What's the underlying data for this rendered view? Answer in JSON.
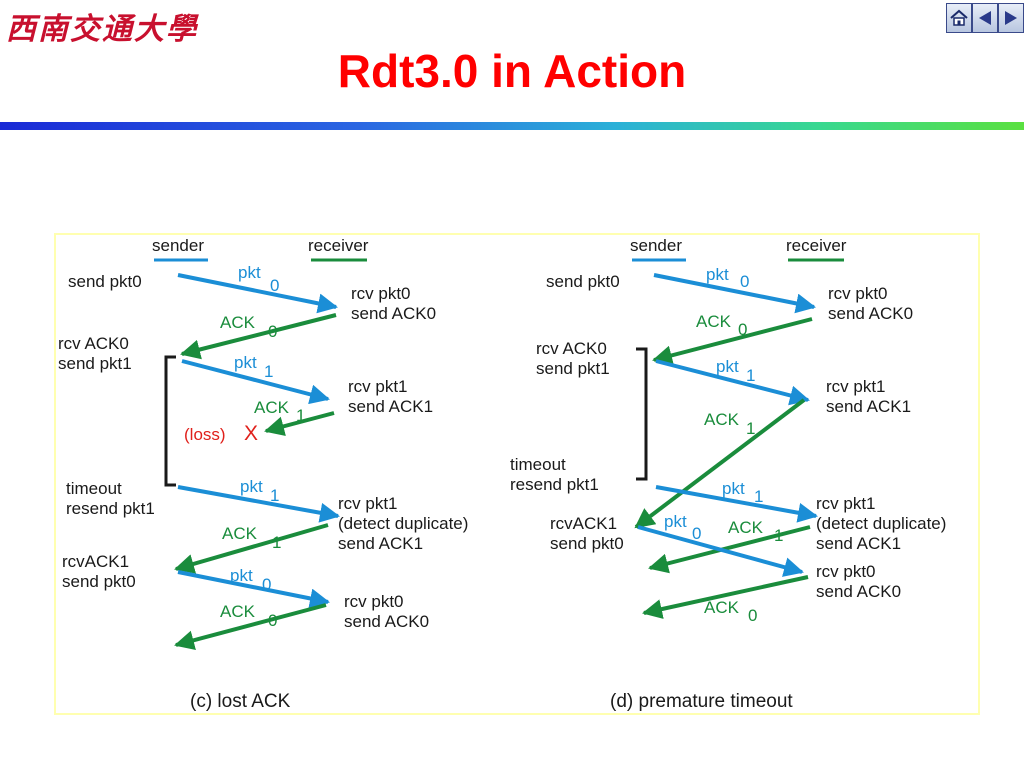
{
  "header": {
    "logo_text": "西南交通大學",
    "title": "Rdt3.0 in Action"
  },
  "nav": [
    {
      "name": "home-icon"
    },
    {
      "name": "prev-arrow-icon"
    },
    {
      "name": "next-arrow-icon"
    }
  ],
  "colors": {
    "sender_line": "#1b8ed6",
    "receiver_line": "#1a8c3c",
    "pkt_arrow": "#1b8ed6",
    "ack_arrow": "#1a8c3c",
    "loss": "#e0201b",
    "text": "#1a1a1a"
  },
  "diagram": {
    "c": {
      "legend_sender": "sender",
      "legend_receiver": "receiver",
      "caption": "(c) lost ACK",
      "loss_label": "(loss)",
      "loss_mark": "X",
      "texts": [
        "send pkt0",
        "pkt",
        "0",
        "rcv pkt0",
        "send ACK0",
        "ACK",
        "0",
        "rcv ACK0",
        "send pkt1",
        "pkt",
        "1",
        "rcv pkt1",
        "send ACK1",
        "ACK",
        "1",
        "timeout",
        "resend pkt1",
        "pkt",
        "1",
        "rcv pkt1",
        "(detect duplicate)",
        "send ACK1",
        "ACK",
        "1",
        "rcvACK1",
        "send pkt0",
        "pkt",
        "0",
        "rcv pkt0",
        "send ACK0",
        "ACK",
        "0"
      ]
    },
    "d": {
      "legend_sender": "sender",
      "legend_receiver": "receiver",
      "caption": "(d) premature timeout",
      "texts": [
        "send pkt0",
        "pkt",
        "0",
        "rcv pkt0",
        "send ACK0",
        "ACK",
        "0",
        "rcv ACK0",
        "send pkt1",
        "pkt",
        "1",
        "rcv pkt1",
        "send ACK1",
        "ACK",
        "1",
        "timeout",
        "resend pkt1",
        "pkt",
        "1",
        "rcv pkt1",
        "(detect duplicate)",
        "send ACK1",
        "rcvACK1",
        "send pkt0",
        "pkt",
        "0",
        "ACK",
        "1",
        "rcv pkt0",
        "send ACK0",
        "ACK",
        "0"
      ]
    }
  }
}
